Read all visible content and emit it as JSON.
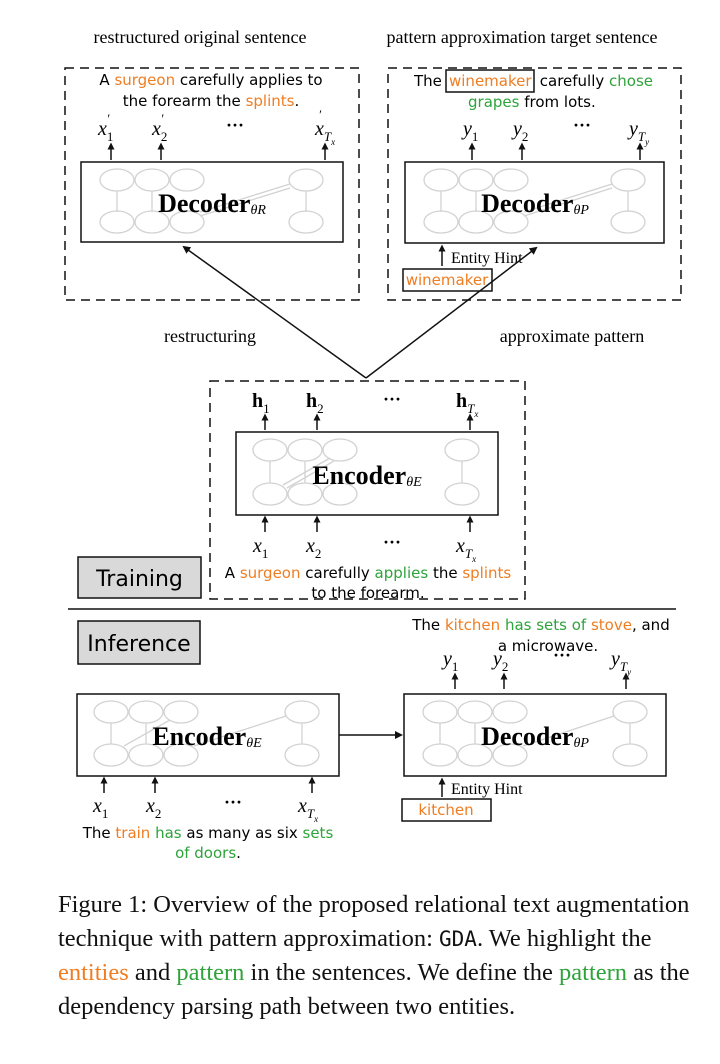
{
  "headers": {
    "left": "restructured original sentence",
    "right": "pattern approximation target sentence"
  },
  "decoder_r": {
    "sentence": [
      {
        "text": "A ",
        "color": "black"
      },
      {
        "text": "surgeon",
        "color": "orange"
      },
      {
        "text": " carefully applies to",
        "color": "black"
      },
      {
        "text": "the forearm the ",
        "color": "black"
      },
      {
        "text": "splints",
        "color": "orange"
      },
      {
        "text": ".",
        "color": "black"
      }
    ],
    "outputs": {
      "a": "x",
      "a_sub": "1",
      "b": "x",
      "b_sub": "2",
      "dots": "···",
      "c": "x",
      "c_sub": "T",
      "c_subsub": "x",
      "prime": "′"
    },
    "label": "Decoder",
    "label_sub": "θR"
  },
  "decoder_p": {
    "sentence": [
      {
        "text": "The ",
        "color": "black"
      },
      {
        "text": "winemaker",
        "color": "orange",
        "boxed": true
      },
      {
        "text": " carefully ",
        "color": "black"
      },
      {
        "text": "chose",
        "color": "green"
      },
      {
        "text": "grapes",
        "color": "green"
      },
      {
        "text": " from lots.",
        "color": "black"
      }
    ],
    "outputs": {
      "a": "y",
      "a_sub": "1",
      "b": "y",
      "b_sub": "2",
      "dots": "···",
      "c": "y",
      "c_sub": "T",
      "c_subsub": "y"
    },
    "label": "Decoder",
    "label_sub": "θP",
    "entity_hint": "Entity Hint",
    "hint_word": "winemaker"
  },
  "edges": {
    "left": "restructuring",
    "right": "approximate pattern"
  },
  "encoder": {
    "outputs": {
      "a": "h",
      "a_sub": "1",
      "b": "h",
      "b_sub": "2",
      "dots": "···",
      "c": "h",
      "c_sub": "T",
      "c_subsub": "x"
    },
    "inputs": {
      "a": "x",
      "a_sub": "1",
      "b": "x",
      "b_sub": "2",
      "dots": "···",
      "c": "x",
      "c_sub": "T",
      "c_subsub": "x"
    },
    "label": "Encoder",
    "label_sub": "θE",
    "sentence": [
      {
        "text": "A ",
        "color": "black"
      },
      {
        "text": "surgeon",
        "color": "orange"
      },
      {
        "text": " carefully ",
        "color": "black"
      },
      {
        "text": "applies",
        "color": "green"
      },
      {
        "text": " the ",
        "color": "black"
      },
      {
        "text": "splints",
        "color": "orange"
      },
      {
        "text": "to the forearm.",
        "color": "black"
      }
    ]
  },
  "stage_labels": {
    "training": "Training",
    "inference": "Inference"
  },
  "inference": {
    "target_sentence": [
      {
        "text": "The ",
        "color": "black"
      },
      {
        "text": "kitchen",
        "color": "orange"
      },
      {
        "text": " ",
        "color": "black"
      },
      {
        "text": "has sets of",
        "color": "green"
      },
      {
        "text": " stove",
        "color": "orange"
      },
      {
        "text": ", and",
        "color": "black"
      },
      {
        "text": "a microwave.",
        "color": "black"
      }
    ],
    "outputs": {
      "a": "y",
      "a_sub": "1",
      "b": "y",
      "b_sub": "2",
      "dots": "···",
      "c": "y",
      "c_sub": "T",
      "c_subsub": "y"
    },
    "encoder_label": "Encoder",
    "encoder_sub": "θE",
    "decoder_label": "Decoder",
    "decoder_sub": "θP",
    "entity_hint": "Entity Hint",
    "hint_word": "kitchen",
    "inputs": {
      "a": "x",
      "a_sub": "1",
      "b": "x",
      "b_sub": "2",
      "dots": "···",
      "c": "x",
      "c_sub": "T",
      "c_subsub": "x"
    },
    "source_sentence": [
      {
        "text": "The ",
        "color": "black"
      },
      {
        "text": "train",
        "color": "orange"
      },
      {
        "text": " has",
        "color": "green"
      },
      {
        "text": " as many as six ",
        "color": "black"
      },
      {
        "text": "sets",
        "color": "green"
      },
      {
        "text": "of doors",
        "color": "green"
      },
      {
        "text": ".",
        "color": "black"
      }
    ]
  },
  "caption": {
    "prefix": "Figure 1: Overview of the proposed relational text augmentation technique with pattern approximation: ",
    "method": "GDA",
    "mid1": ". We highlight the ",
    "entities": "entities",
    "mid2": " and ",
    "pattern": "pattern",
    "mid3": " in the sentences. We define the ",
    "pattern2": "pattern",
    "suffix": " as the dependency parsing path between two entities."
  }
}
